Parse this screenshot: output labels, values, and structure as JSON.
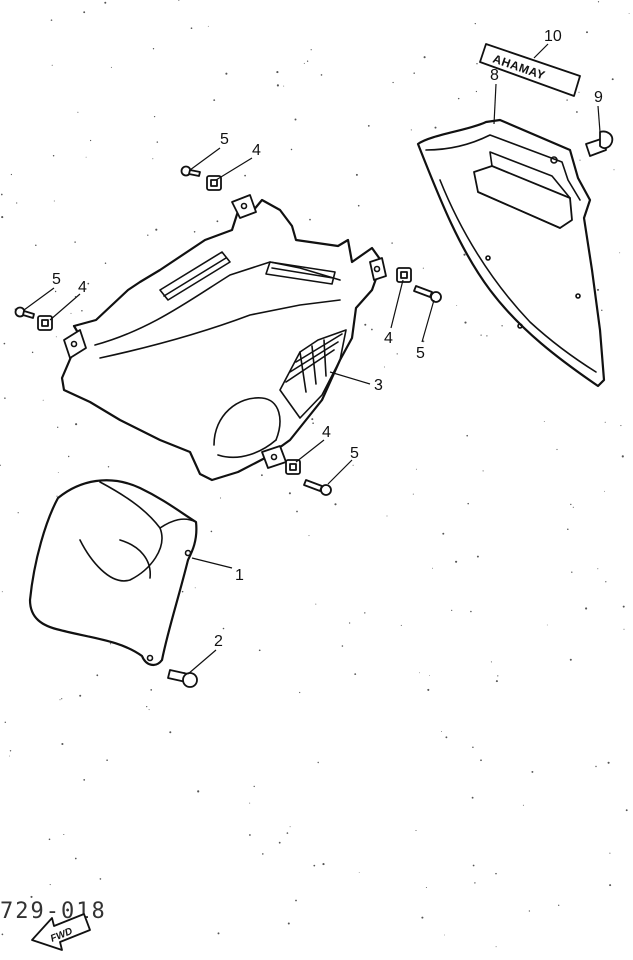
{
  "callouts": {
    "c1": "1",
    "c2": "2",
    "c3": "3",
    "c4a": "4",
    "c4b": "4",
    "c4c": "4",
    "c4d": "4",
    "c5a": "5",
    "c5b": "5",
    "c5c": "5",
    "c5d": "5",
    "c8": "8",
    "c9": "9",
    "c10": "10"
  },
  "decal": {
    "text": "AHAMAY"
  },
  "footer": {
    "diagram_code": "729-018",
    "direction_badge": "FWD"
  },
  "icons": {
    "direction": "fwd-arrow-icon"
  },
  "colors": {
    "line": "#111111",
    "background": "#ffffff"
  }
}
